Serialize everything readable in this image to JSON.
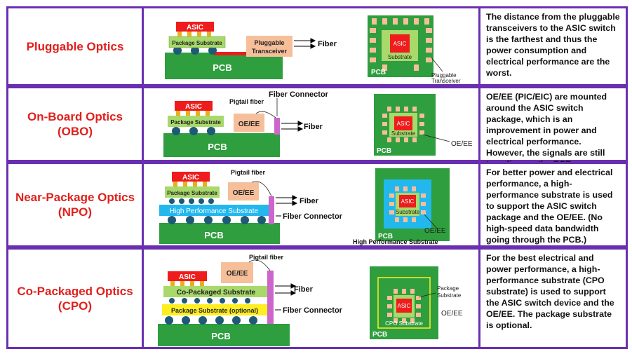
{
  "rows": [
    {
      "name": "Pluggable Optics",
      "description": "The distance from the pluggable transceivers to the ASIC switch is the farthest and thus the power consumption and electrical performance are the worst.",
      "labels": {
        "asic": "ASIC",
        "pkg": "Package Substrate",
        "pcb": "PCB",
        "pluggable1": "Pluggable",
        "pluggable2": "Transceiver",
        "fiber": "Fiber",
        "top_asic": "ASIC",
        "top_substrate": "Substrate",
        "top_pcb": "PCB",
        "top_callout1": "Pluggable",
        "top_callout2": "Transceiver"
      }
    },
    {
      "name": "On-Board Optics (OBO)",
      "description": "OE/EE (PIC/EIC) are mounted around the ASIC switch package, which is an improvement in power and electrical performance. However, the signals are still traveling on the PCB.",
      "labels": {
        "asic": "ASIC",
        "pkg": "Package Substrate",
        "pcb": "PCB",
        "oe": "OE/EE",
        "pigtail": "Pigtail fiber",
        "connector": "Fiber Connector",
        "fiber": "Fiber",
        "top_asic": "ASIC",
        "top_substrate": "Substrate",
        "top_pcb": "PCB",
        "top_oe": "OE/EE"
      }
    },
    {
      "name": "Near-Package Optics (NPO)",
      "description": "For better power and electrical performance, a high-performance substrate is used to support the ASIC switch package and the OE/EE. (No high-speed data bandwidth going through the PCB.)",
      "labels": {
        "asic": "ASIC",
        "pkg": "Package Substrate",
        "hps": "High Performance Substrate",
        "pcb": "PCB",
        "oe": "OE/EE",
        "pigtail": "Pigtail fiber",
        "connector": "Fiber Connector",
        "fiber": "Fiber",
        "top_asic": "ASIC",
        "top_substrate": "Substrate",
        "top_pcb": "PCB",
        "top_oe": "OE/EE",
        "top_hps": "High Performance Substrate"
      }
    },
    {
      "name": "Co-Packaged Optics (CPO)",
      "description": "For the best electrical and power performance, a high-performance substrate (CPO substrate) is used to support the ASIC switch device and the OE/EE. The package substrate is optional.",
      "labels": {
        "asic": "ASIC",
        "cps": "Co-Packaged Substrate",
        "pkg_opt": "Package Substrate (optional)",
        "pcb": "PCB",
        "oe": "OE/EE",
        "pigtail": "Pigtail fiber",
        "connector": "Fiber Connector",
        "fiber": "Fiber",
        "top_asic": "ASIC",
        "top_cpo": "CPO Substrate",
        "top_pcb": "PCB",
        "top_oe": "OE/EE",
        "top_pkg1": "Package",
        "top_pkg2": "Substrate"
      }
    }
  ],
  "colors": {
    "border": "#6a2fb0",
    "pcb": "#2e9e3e",
    "pkg": "#a8d96a",
    "asic": "#ee1c1c",
    "oe": "#f6bf9a",
    "fiber": "#cc66cc",
    "hps": "#22b8ee",
    "cpo_pkg": "#ffee22",
    "bump": "#1e5a78",
    "title": "#e0201c"
  }
}
